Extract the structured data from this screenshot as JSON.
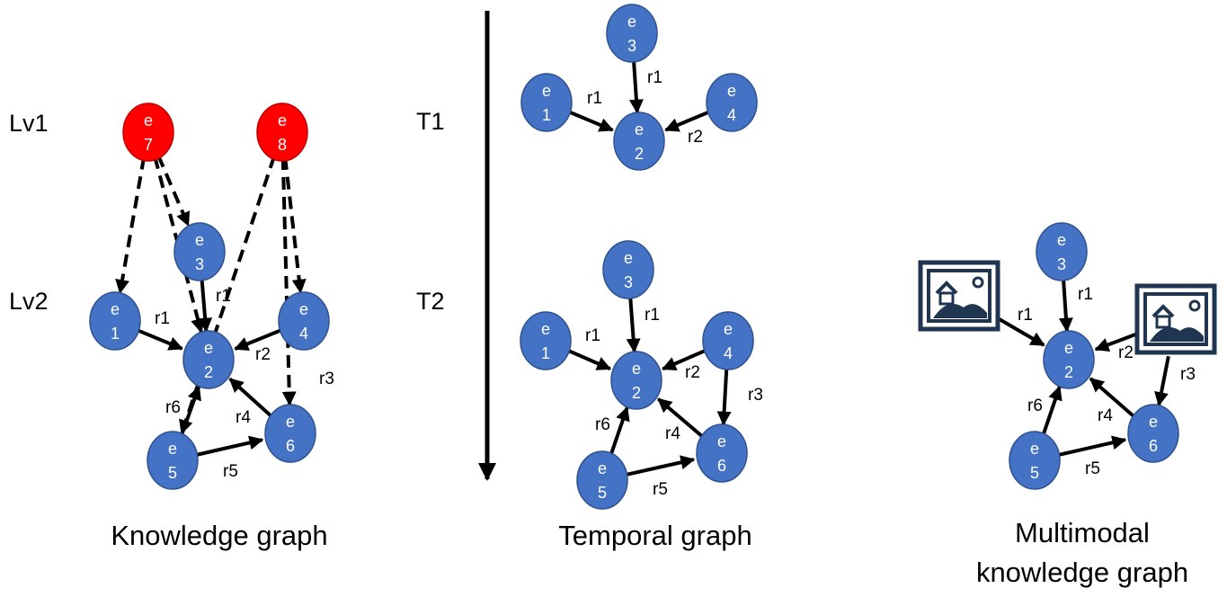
{
  "colors": {
    "entity": "#4472C4",
    "entity_stroke": "#2F528F",
    "abstract_entity": "#FF0000",
    "edge": "#000000",
    "image_frame": "#1F3550"
  },
  "knowledge_graph": {
    "caption": "Knowledge graph",
    "levels": [
      "Lv1",
      "Lv2"
    ],
    "abstract_nodes": [
      {
        "letter": "e",
        "index": "7"
      },
      {
        "letter": "e",
        "index": "8"
      }
    ],
    "nodes": [
      {
        "letter": "e",
        "index": "1"
      },
      {
        "letter": "e",
        "index": "2"
      },
      {
        "letter": "e",
        "index": "3"
      },
      {
        "letter": "e",
        "index": "4"
      },
      {
        "letter": "e",
        "index": "5"
      },
      {
        "letter": "e",
        "index": "6"
      }
    ],
    "relations": [
      "r1",
      "r1",
      "r2",
      "r3",
      "r4",
      "r5",
      "r6"
    ]
  },
  "temporal_graph": {
    "caption": "Temporal graph",
    "timestamps": [
      "T1",
      "T2"
    ],
    "t1_nodes": [
      {
        "letter": "e",
        "index": "1"
      },
      {
        "letter": "e",
        "index": "2"
      },
      {
        "letter": "e",
        "index": "3"
      },
      {
        "letter": "e",
        "index": "4"
      }
    ],
    "t1_relations": [
      "r1",
      "r1",
      "r2"
    ],
    "t2_nodes": [
      {
        "letter": "e",
        "index": "1"
      },
      {
        "letter": "e",
        "index": "2"
      },
      {
        "letter": "e",
        "index": "3"
      },
      {
        "letter": "e",
        "index": "4"
      },
      {
        "letter": "e",
        "index": "5"
      },
      {
        "letter": "e",
        "index": "6"
      }
    ],
    "t2_relations": [
      "r1",
      "r1",
      "r2",
      "r3",
      "r4",
      "r5",
      "r6"
    ]
  },
  "multimodal_graph": {
    "caption_line1": "Multimodal",
    "caption_line2": "knowledge graph",
    "nodes": [
      {
        "letter": "e",
        "index": "2"
      },
      {
        "letter": "e",
        "index": "3"
      },
      {
        "letter": "e",
        "index": "5"
      },
      {
        "letter": "e",
        "index": "6"
      }
    ],
    "image_entities": [
      "image-icon",
      "image-icon"
    ],
    "relations": [
      "r1",
      "r1",
      "r2",
      "r3",
      "r4",
      "r5",
      "r6"
    ]
  }
}
